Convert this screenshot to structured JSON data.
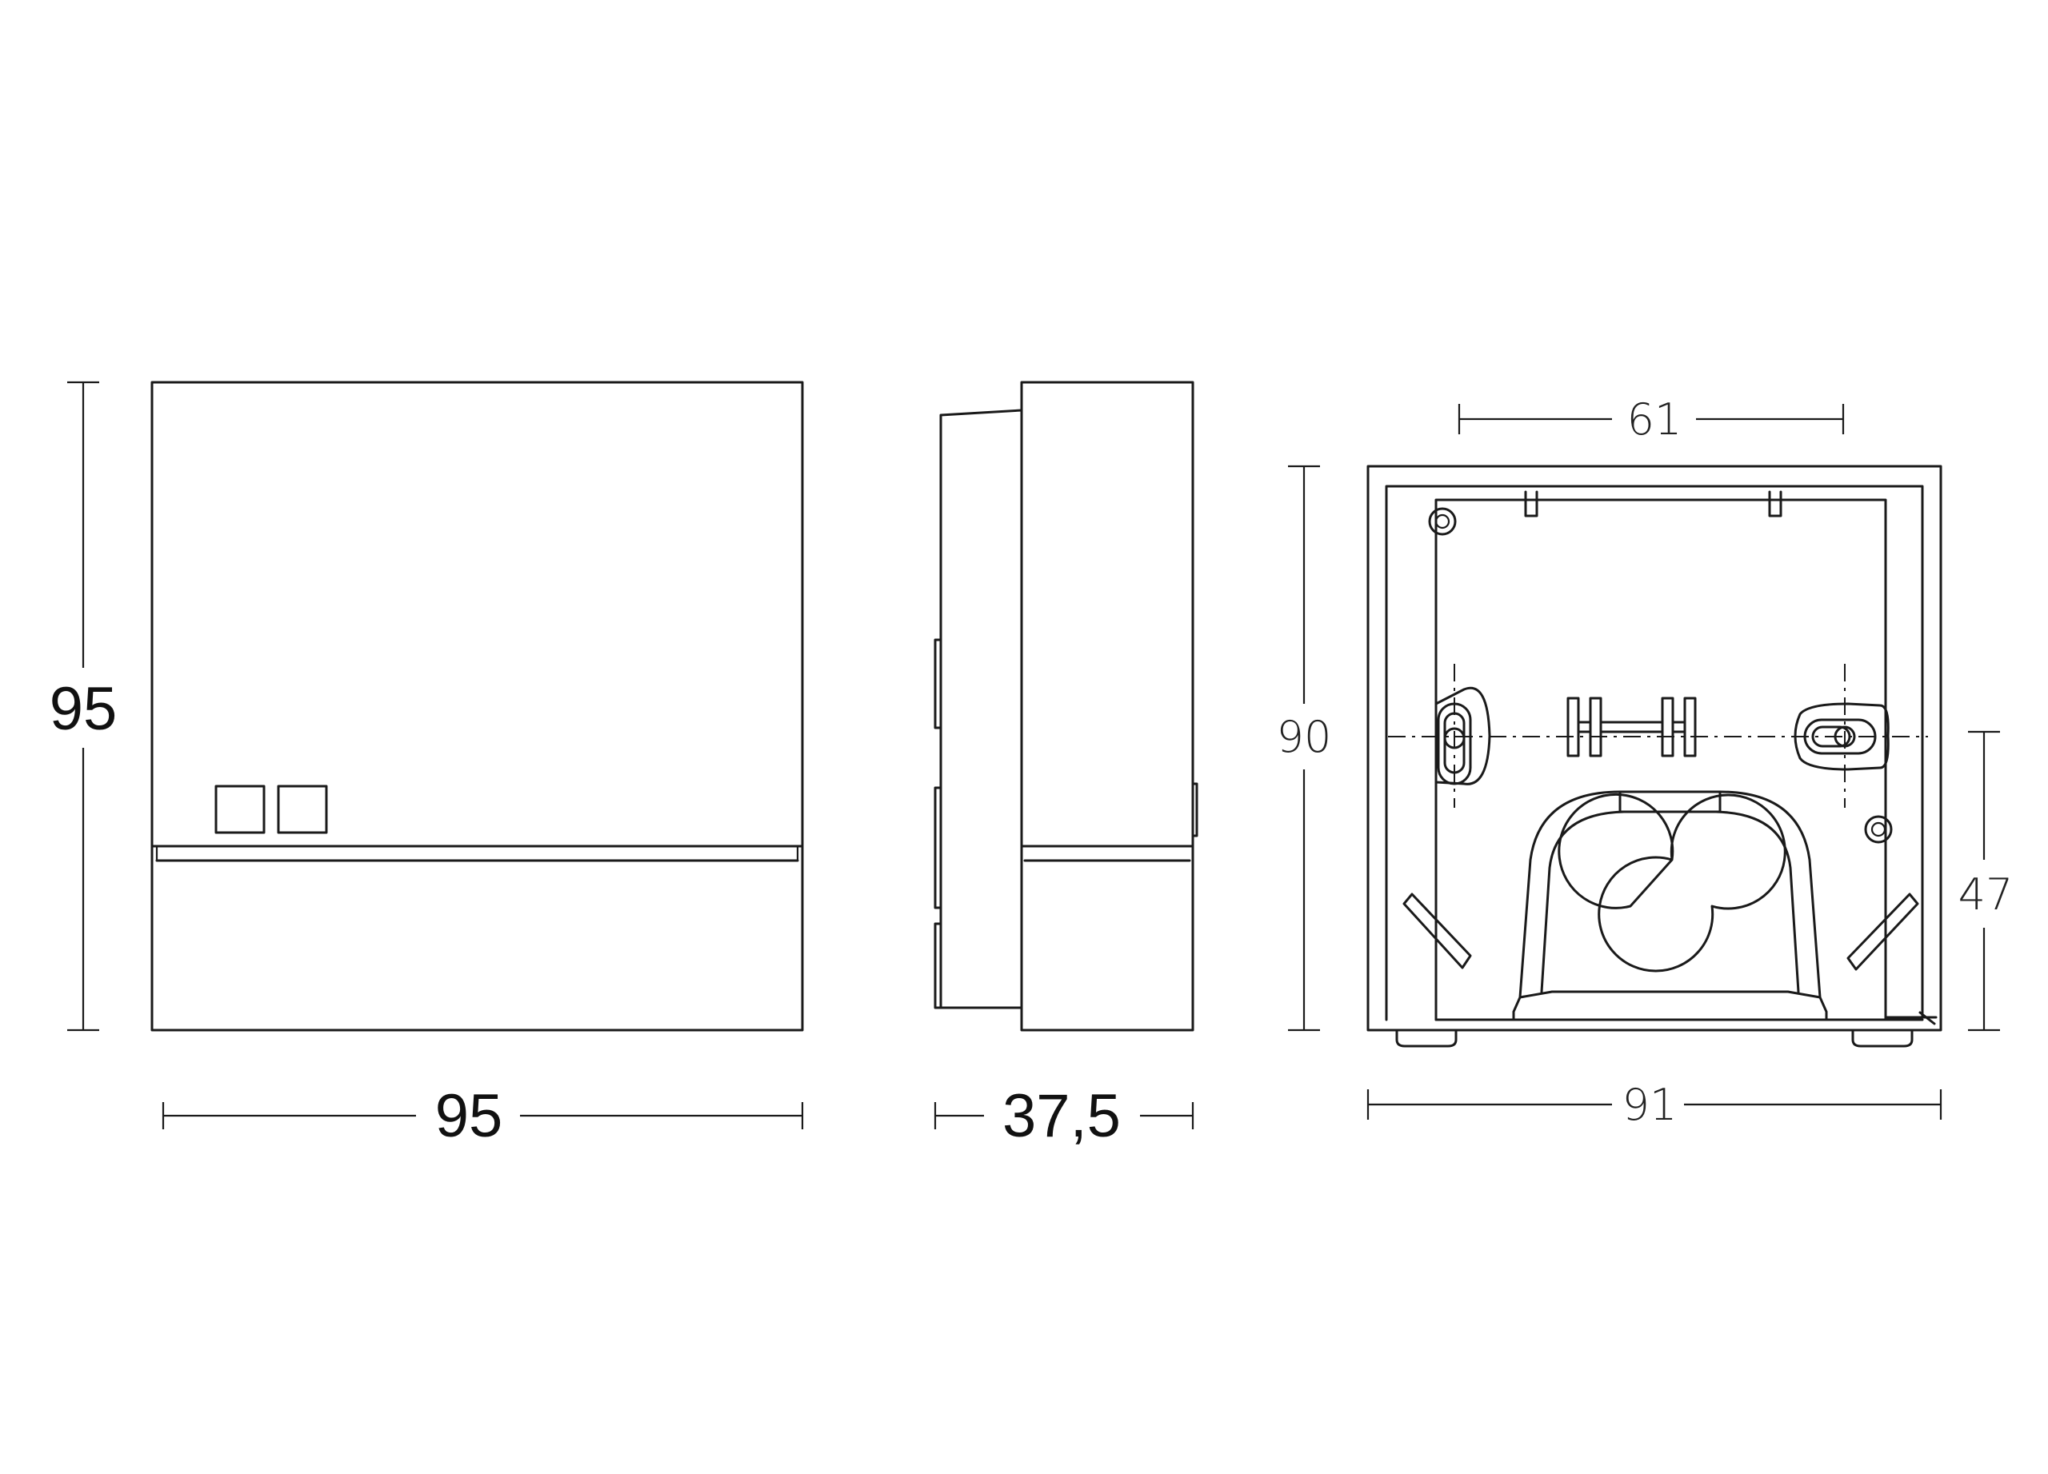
{
  "dimensions": {
    "front_height": "95",
    "front_width": "95",
    "side_depth": "37,5",
    "back_height": "90",
    "back_width": "91",
    "back_hole_spacing": "61",
    "back_entry_height": "47"
  },
  "colors": {
    "line": "#1a1a1a",
    "background": "#ffffff"
  }
}
